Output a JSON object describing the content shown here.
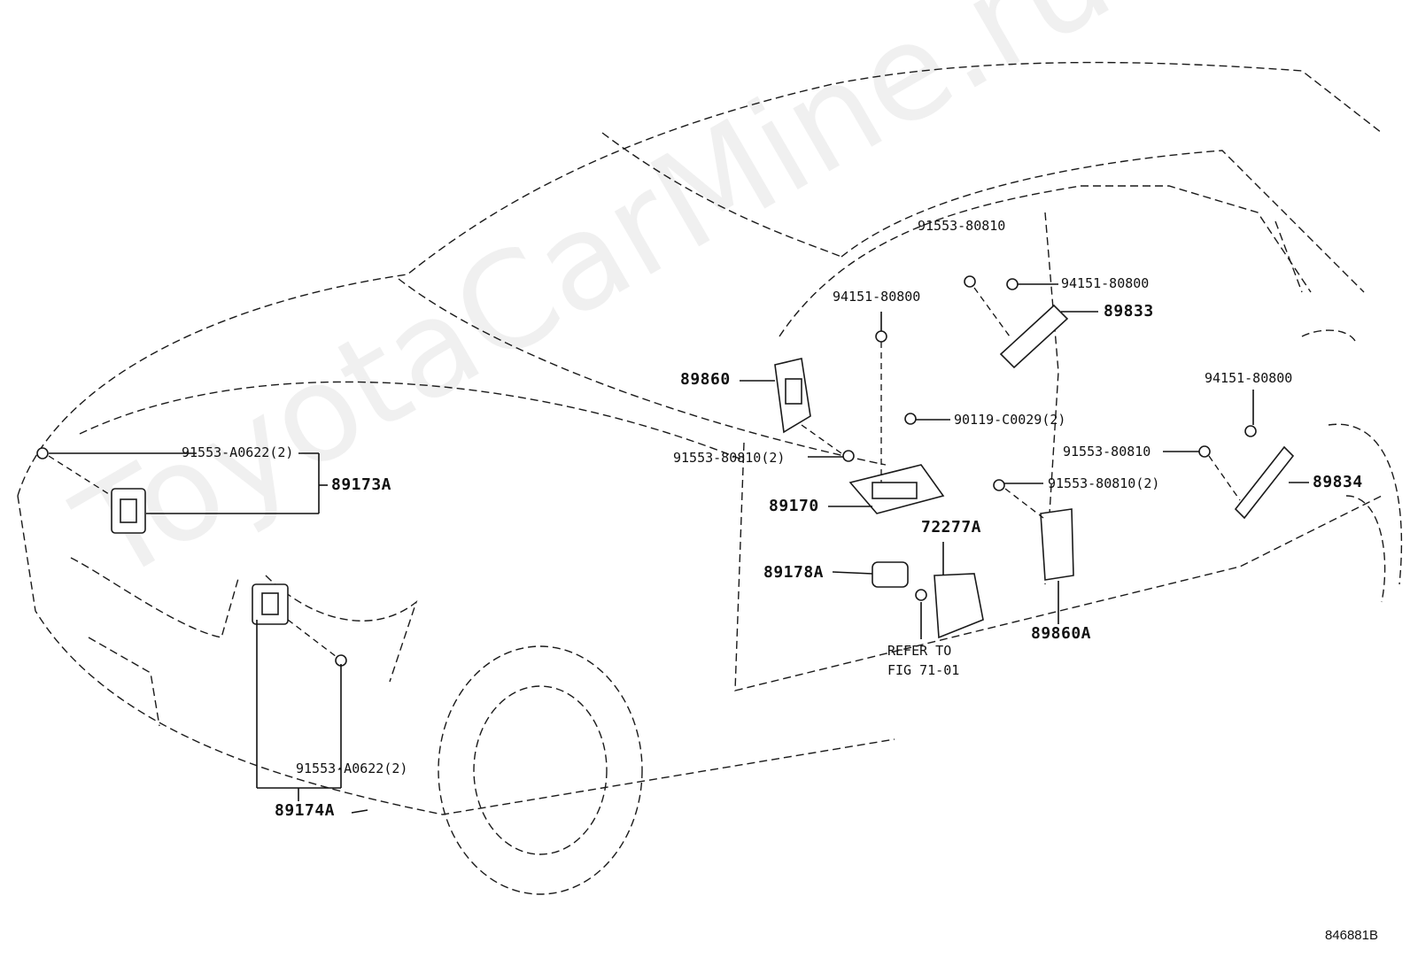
{
  "diagram": {
    "image_id": "846881B",
    "watermark": "ToyotaCarMine.ru",
    "callouts": [
      {
        "id": "c1",
        "text": "91553-80810"
      },
      {
        "id": "c2",
        "text": "94151-80800"
      },
      {
        "id": "c3",
        "text": "89833"
      },
      {
        "id": "c4",
        "text": "94151-80800"
      },
      {
        "id": "c5",
        "text": "89860"
      },
      {
        "id": "c6",
        "text": "94151-80800"
      },
      {
        "id": "c7",
        "text": "90119-C0029(2)"
      },
      {
        "id": "c8",
        "text": "91553-A0622(2)"
      },
      {
        "id": "c9",
        "text": "91553-80810(2)"
      },
      {
        "id": "c10",
        "text": "91553-80810"
      },
      {
        "id": "c11",
        "text": "89173A"
      },
      {
        "id": "c12",
        "text": "91553-80810(2)"
      },
      {
        "id": "c13",
        "text": "89834"
      },
      {
        "id": "c14",
        "text": "89170"
      },
      {
        "id": "c15",
        "text": "72277A"
      },
      {
        "id": "c16",
        "text": "89178A"
      },
      {
        "id": "c17",
        "text": "89860A"
      },
      {
        "id": "c18",
        "text": "REFER TO"
      },
      {
        "id": "c19",
        "text": "FIG 71-01"
      },
      {
        "id": "c20",
        "text": "91553-A0622(2)"
      },
      {
        "id": "c21",
        "text": "89174A"
      }
    ]
  }
}
